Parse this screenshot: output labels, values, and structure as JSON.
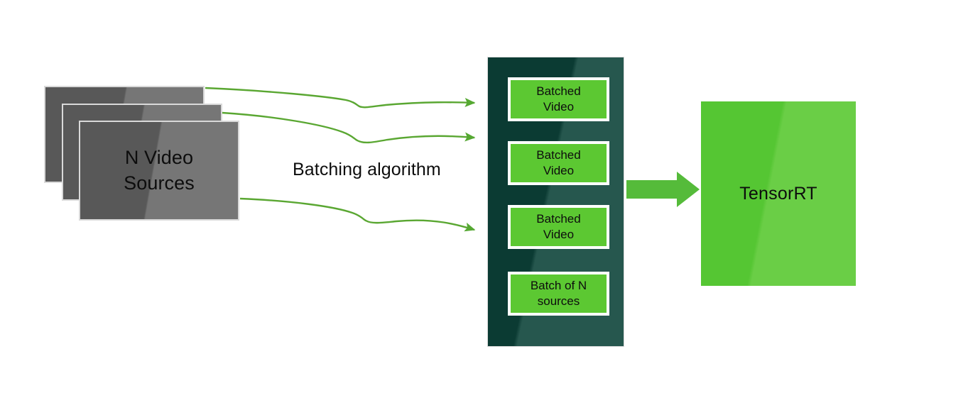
{
  "diagram": {
    "title": "Video batching to TensorRT inference pipeline",
    "background_color": "#ffffff",
    "sources": {
      "name": "n-video-sources",
      "label": "N Video\nSources",
      "card_count": 3,
      "fill_dark": "#585858",
      "fill_light": "#767676",
      "border_color": "#d9d9d9"
    },
    "process_label": {
      "name": "batching-algorithm",
      "text": "Batching algorithm"
    },
    "batch_container": {
      "name": "batching-container",
      "fill_dark": "#0b3b33",
      "fill_light": "#26574e",
      "items": [
        {
          "label": "Batched\nVideo"
        },
        {
          "label": "Batched\nVideo"
        },
        {
          "label": "Batched\nVideo"
        },
        {
          "label": "Batch of N\nsources"
        }
      ],
      "item_fill": "#5cc832",
      "item_border": "#ffffff"
    },
    "inference": {
      "name": "tensorrt-block",
      "label": "TensorRT",
      "fill_dark": "#55c633",
      "fill_light": "#6ace46"
    },
    "connectors": {
      "curve_color": "#5aa732",
      "arrow_color": "#55bb3a",
      "curve_count": 3
    }
  }
}
